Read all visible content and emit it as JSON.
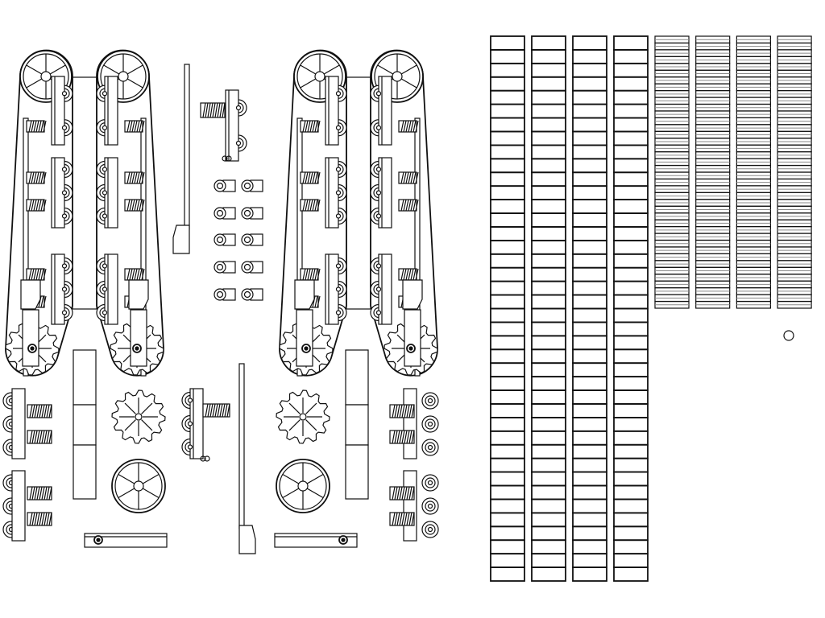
{
  "sheet": {
    "background_color": "#ffffff",
    "line_color": "#111111",
    "wide_track_strips": 4,
    "wide_links_per_strip": 40,
    "narrow_track_strips": 4,
    "narrow_links_per_strip": 40
  }
}
